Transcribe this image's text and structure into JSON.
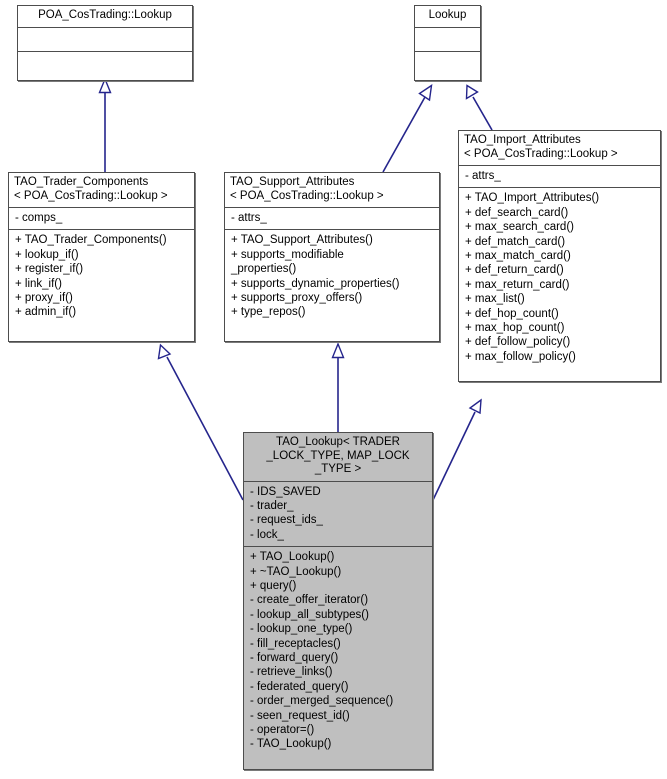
{
  "diagram": {
    "type": "uml-class-inheritance",
    "title": "TAO_Lookup class inheritance diagram",
    "colors": {
      "box_border": "#4d4d4d",
      "box_fill": "#ffffff",
      "highlight_fill": "#bfbfbf",
      "edge": "#25258c",
      "text": "#000000"
    }
  },
  "classes": {
    "poa_cos_trading_lookup": {
      "name": "POA_CosTrading::Lookup",
      "attributes": [],
      "operations": []
    },
    "lookup": {
      "name": "Lookup",
      "attributes": [],
      "operations": []
    },
    "tao_trader_components": {
      "name": "TAO_Trader_Components\n< POA_CosTrading::Lookup >",
      "attributes": [
        "- comps_"
      ],
      "operations": [
        "+ TAO_Trader_Components()",
        "+ lookup_if()",
        "+ register_if()",
        "+ link_if()",
        "+ proxy_if()",
        "+ admin_if()"
      ]
    },
    "tao_support_attributes": {
      "name": "TAO_Support_Attributes\n < POA_CosTrading::Lookup >",
      "attributes": [
        "- attrs_"
      ],
      "operations": [
        "+ TAO_Support_Attributes()",
        "+ supports_modifiable\n_properties()",
        "+ supports_dynamic_properties()",
        "+ supports_proxy_offers()",
        "+ type_repos()"
      ]
    },
    "tao_import_attributes": {
      "name": "TAO_Import_Attributes\n< POA_CosTrading::Lookup >",
      "attributes": [
        "- attrs_"
      ],
      "operations": [
        "+ TAO_Import_Attributes()",
        "+ def_search_card()",
        "+ max_search_card()",
        "+ def_match_card()",
        "+ max_match_card()",
        "+ def_return_card()",
        "+ max_return_card()",
        "+ max_list()",
        "+ def_hop_count()",
        "+ max_hop_count()",
        "+ def_follow_policy()",
        "+ max_follow_policy()"
      ]
    },
    "tao_lookup": {
      "name": "TAO_Lookup< TRADER\n_LOCK_TYPE, MAP_LOCK\n_TYPE >",
      "attributes": [
        "- IDS_SAVED",
        "- trader_",
        "- request_ids_",
        "- lock_"
      ],
      "operations": [
        "+ TAO_Lookup()",
        "+ ~TAO_Lookup()",
        "+ query()",
        "- create_offer_iterator()",
        "- lookup_all_subtypes()",
        "- lookup_one_type()",
        "- fill_receptacles()",
        "- forward_query()",
        "- retrieve_links()",
        "- federated_query()",
        "- order_merged_sequence()",
        "- seen_request_id()",
        "- operator=()",
        "- TAO_Lookup()"
      ]
    }
  },
  "relations": [
    {
      "from": "tao_trader_components",
      "to": "poa_cos_trading_lookup",
      "kind": "generalization"
    },
    {
      "from": "tao_support_attributes",
      "to": "lookup",
      "kind": "generalization"
    },
    {
      "from": "tao_import_attributes",
      "to": "lookup",
      "kind": "generalization"
    },
    {
      "from": "tao_lookup",
      "to": "tao_trader_components",
      "kind": "generalization"
    },
    {
      "from": "tao_lookup",
      "to": "tao_support_attributes",
      "kind": "generalization"
    },
    {
      "from": "tao_lookup",
      "to": "tao_import_attributes",
      "kind": "generalization"
    }
  ]
}
